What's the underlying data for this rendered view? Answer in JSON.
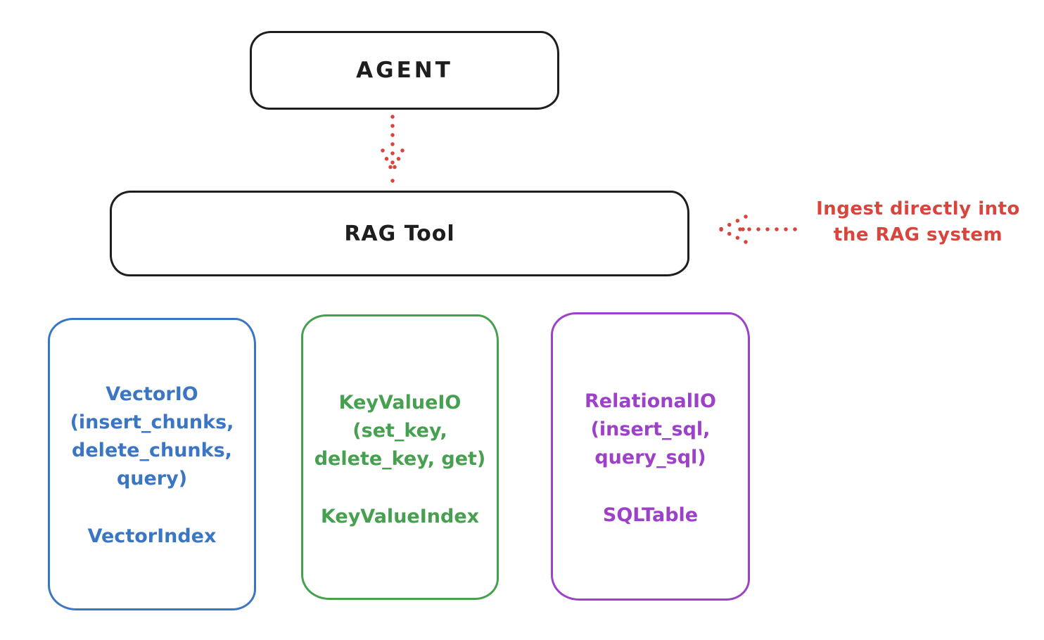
{
  "diagram": {
    "agent_box": {
      "label": "AGENT",
      "stroke_color": "#1e1e1e"
    },
    "rag_tool_box": {
      "label": "RAG Tool",
      "stroke_color": "#1e1e1e"
    },
    "annotation": {
      "line1": "Ingest directly into",
      "line2": "the RAG system",
      "color": "#d9453c"
    },
    "arrows": {
      "agent_to_rag": {
        "style": "dotted",
        "direction": "down",
        "color": "#d9453c"
      },
      "annotation_to_rag": {
        "style": "dotted",
        "direction": "left",
        "color": "#d9453c"
      }
    },
    "backend_boxes": [
      {
        "name": "vector-io",
        "color": "#3b76c4",
        "lines": [
          "VectorIO",
          "(insert_chunks,",
          "delete_chunks,",
          "query)"
        ],
        "index_label": "VectorIndex"
      },
      {
        "name": "keyvalue-io",
        "color": "#46a050",
        "lines": [
          "KeyValueIO",
          "(set_key,",
          "delete_key, get)"
        ],
        "index_label": "KeyValueIndex"
      },
      {
        "name": "relational-io",
        "color": "#9d41c8",
        "lines": [
          "RelationalIO",
          "(insert_sql,",
          "query_sql)"
        ],
        "index_label": "SQLTable"
      }
    ]
  }
}
